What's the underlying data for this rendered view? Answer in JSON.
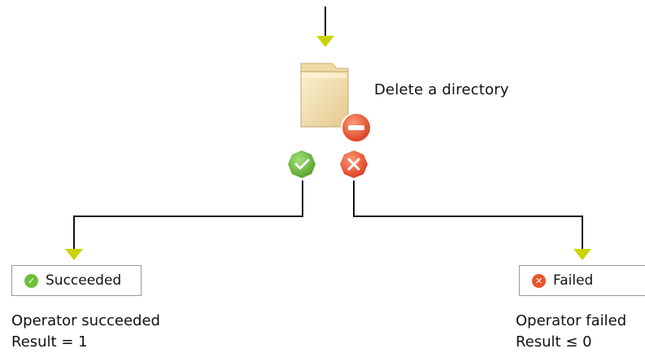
{
  "operator": {
    "label": "Delete a directory",
    "icon": "folder-delete-icon"
  },
  "ports": {
    "success_icon": "check-icon",
    "failure_icon": "cross-icon"
  },
  "outcomes": [
    {
      "title": "Succeeded",
      "icon": "success-check-icon",
      "description_line1": "Operator succeeded",
      "description_line2": "Result = 1"
    },
    {
      "title": "Failed",
      "icon": "failure-cross-icon",
      "description_line1": "Operator failed",
      "description_line2": "Result ≤ 0"
    }
  ],
  "colors": {
    "arrow_head": "#c9d400",
    "line": "#111111",
    "success": "#6fbf3a",
    "failure": "#e8552a"
  }
}
